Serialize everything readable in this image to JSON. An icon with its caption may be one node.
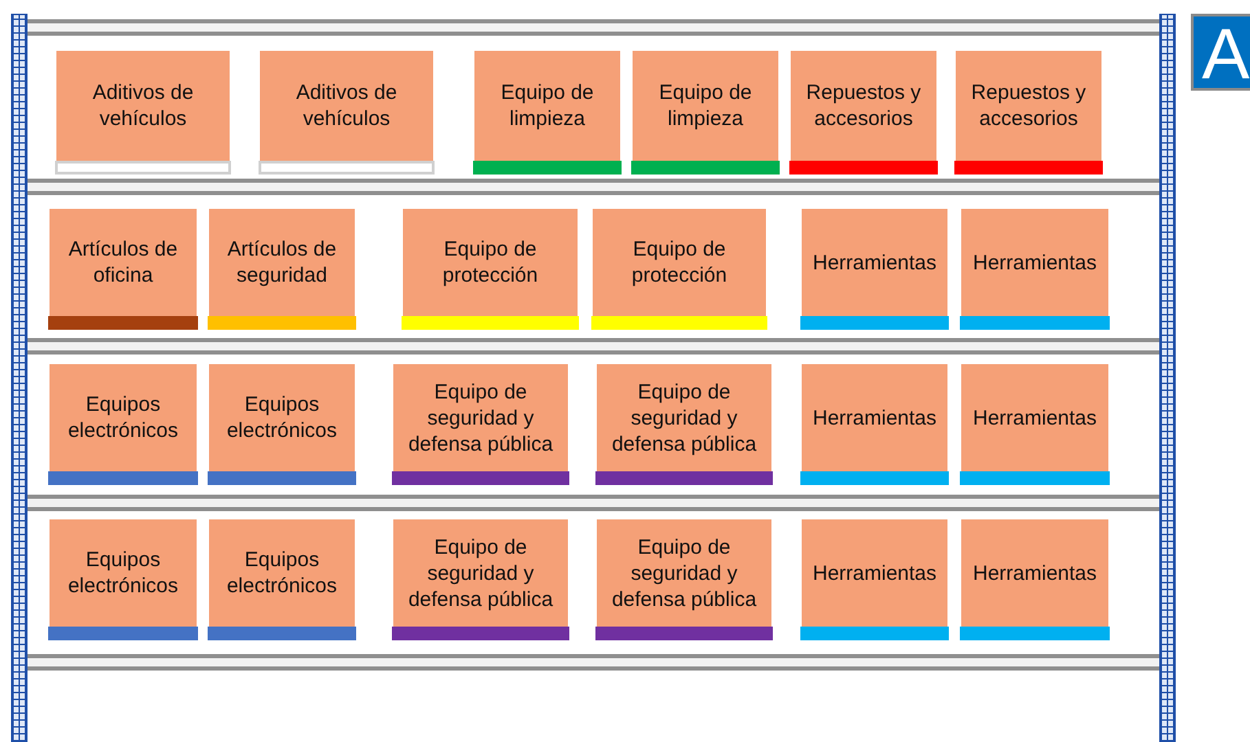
{
  "diagram": {
    "nodes": [
      {
        "text": [
          "Aditivos de vehículos"
        ]
      },
      {
        "text": [
          "Aditivos de vehículos"
        ]
      },
      {
        "text": [
          "Equipo de limpieza"
        ]
      },
      {
        "text": [
          "Equipo de limpieza"
        ]
      },
      {
        "text": [
          "Repuestos y accesorios"
        ]
      },
      {
        "text": [
          "Repuestos y accesorios"
        ]
      },
      {
        "text": [
          "Artículos de oficina"
        ]
      },
      {
        "text": [
          "Artículos de seguridad"
        ]
      },
      {
        "text": [
          "Equipo de protección"
        ]
      },
      {
        "text": [
          "Equipo de protección"
        ]
      },
      {
        "text": [
          "Herramientas"
        ]
      },
      {
        "text": [
          "Herramientas"
        ]
      },
      {
        "text": [
          "Equipos electrónicos"
        ]
      },
      {
        "text": [
          "Equipos electrónicos"
        ]
      },
      {
        "text": [
          "Equipo de seguridad y defensa pública"
        ]
      },
      {
        "text": [
          "Equipo de seguridad y defensa pública"
        ]
      },
      {
        "text": [
          "Herramientas"
        ]
      },
      {
        "text": [
          "Herramientas"
        ]
      },
      {
        "text": [
          "Equipos electrónicos"
        ]
      },
      {
        "text": [
          "Equipos electrónicos"
        ]
      },
      {
        "text": [
          "Equipo de seguridad y defensa pública"
        ]
      },
      {
        "text": [
          "Equipo de seguridad y defensa pública"
        ]
      },
      {
        "text": [
          "Herramientas"
        ]
      },
      {
        "text": [
          "Herramientas"
        ]
      }
    ],
    "labels": [
      "A"
    ]
  }
}
